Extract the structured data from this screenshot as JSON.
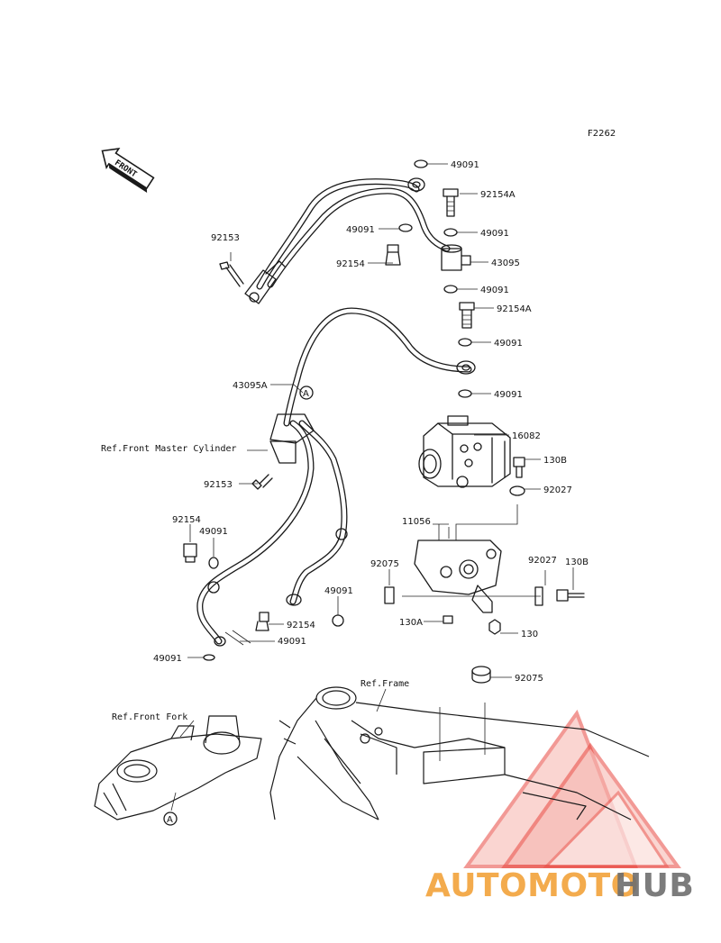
{
  "diagram_code": "F2262",
  "front_arrow": "FRONT",
  "callouts": {
    "p49091_a": "49091",
    "p92154a_a": "92154A",
    "p49091_b": "49091",
    "p49091_c": "49091",
    "p92153_a": "92153",
    "p92154_a": "92154",
    "p43095": "43095",
    "p49091_d": "49091",
    "p92154a_b": "92154A",
    "p49091_e": "49091",
    "p43095a": "43095A",
    "p49091_f": "49091",
    "p16082": "16082",
    "p130b_a": "130B",
    "p92153_b": "92153",
    "p92027_a": "92027",
    "p92154_b": "92154",
    "p49091_g": "49091",
    "p11056": "11056",
    "p92075_a": "92075",
    "p92027_b": "92027",
    "p130b_b": "130B",
    "p49091_h": "49091",
    "p92154_c": "92154",
    "p49091_i": "49091",
    "p130a": "130A",
    "p130": "130",
    "p49091_j": "49091",
    "p92075_b": "92075"
  },
  "references": {
    "master_cylinder": "Ref.Front Master Cylinder",
    "front_fork": "Ref.Front Fork",
    "frame": "Ref.Frame"
  },
  "markers": {
    "a_top": "A",
    "a_bottom": "A"
  },
  "watermark": {
    "part1": "AUTOMOTO",
    "part2": "HUB"
  },
  "colors": {
    "watermark_red": "#e8473f",
    "watermark_orange": "#f2a33a",
    "watermark_gray": "#6e6e6e",
    "line": "#1a1a1a"
  }
}
